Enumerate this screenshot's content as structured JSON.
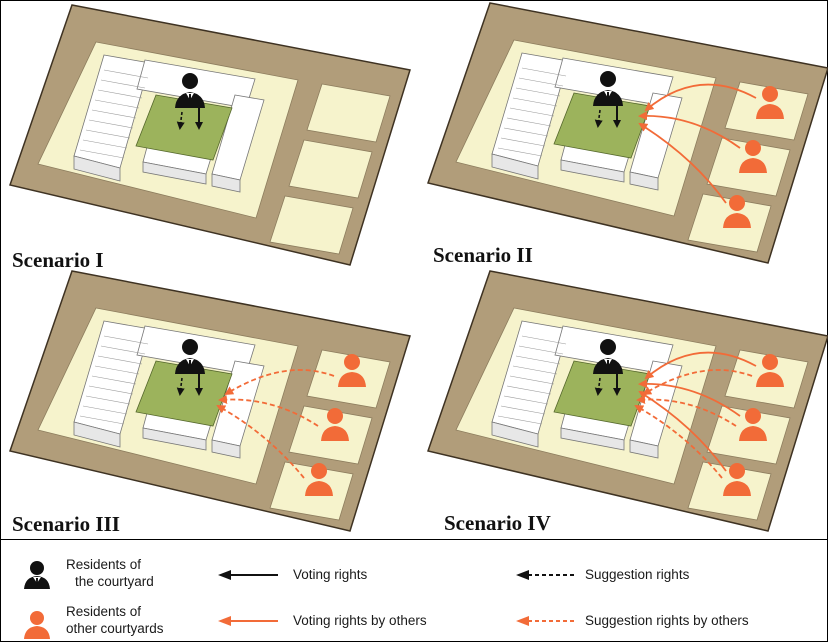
{
  "scenarios": [
    {
      "label": "Scenario I",
      "has_others": false,
      "other_line": "none"
    },
    {
      "label": "Scenario II",
      "has_others": true,
      "other_line": "solid"
    },
    {
      "label": "Scenario III",
      "has_others": true,
      "other_line": "dashed"
    },
    {
      "label": "Scenario IV",
      "has_others": true,
      "other_line": "both"
    }
  ],
  "legend": {
    "residents_courtyard": [
      "Residents of",
      "the courtyard"
    ],
    "residents_other": [
      "Residents of",
      "other courtyards"
    ],
    "voting_rights": "Voting rights",
    "suggestion_rights": "Suggestion rights",
    "voting_rights_others": "Voting rights by others",
    "suggestion_rights_others": "Suggestion rights by others"
  },
  "colors": {
    "ground": "#b19d7a",
    "ground_edge": "#3e3222",
    "block": "#f6f3cc",
    "courtyard": "#9cb35c",
    "building": "#ffffff",
    "building_shade": "#e7e7e7",
    "resident": "#111111",
    "others": "#f26b38"
  }
}
